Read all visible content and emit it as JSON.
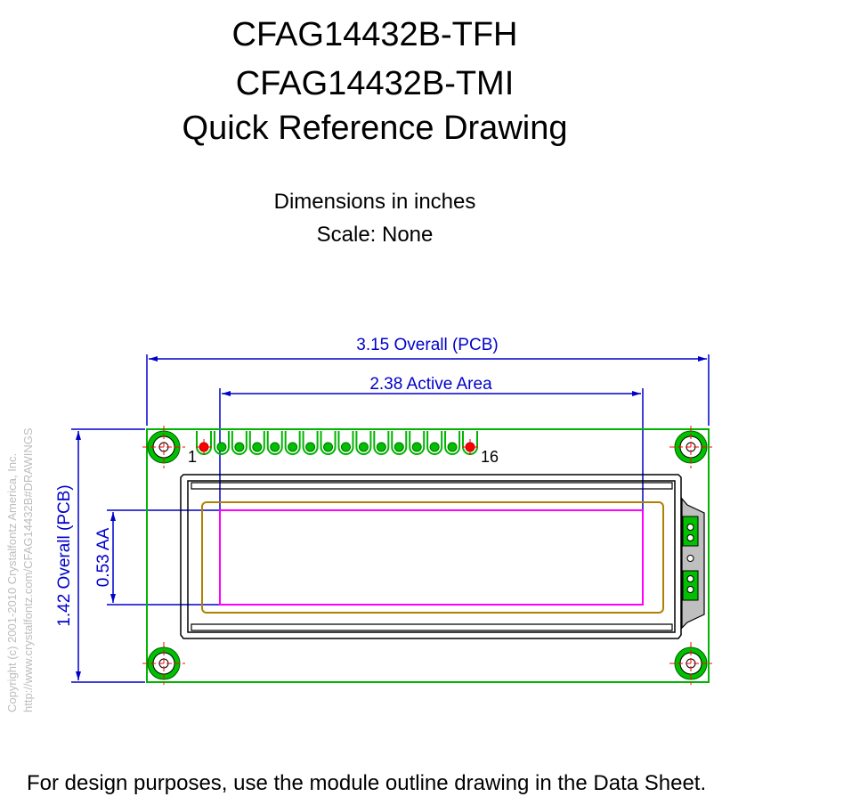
{
  "header": {
    "title_line1": "CFAG14432B-TFH",
    "title_line2": "CFAG14432B-TMI",
    "title_line3": "Quick Reference Drawing",
    "units_note": "Dimensions in inches",
    "scale_note": "Scale: None"
  },
  "dimensions": {
    "overall_width": "3.15 Overall (PCB)",
    "active_width": "2.38 Active Area",
    "overall_height": "1.42 Overall (PCB)",
    "active_height": "0.53 AA"
  },
  "pins": {
    "first": "1",
    "last": "16",
    "count": 16
  },
  "copyright": {
    "line1": "Copyright (c) 2001-2010 Crystalfontz America, Inc.",
    "line2": "http://www.crystalfontz.com/CFAG14432B#DRAWINGS"
  },
  "footer": {
    "note": "For design purposes, use the module outline drawing in the Data Sheet."
  },
  "colors": {
    "pcb": "#00b400",
    "dimension": "#0000cc",
    "active_area": "#ff00ff",
    "viewing_area": "#b08000",
    "pin_marker": "#ff0000",
    "outline": "#000000"
  }
}
